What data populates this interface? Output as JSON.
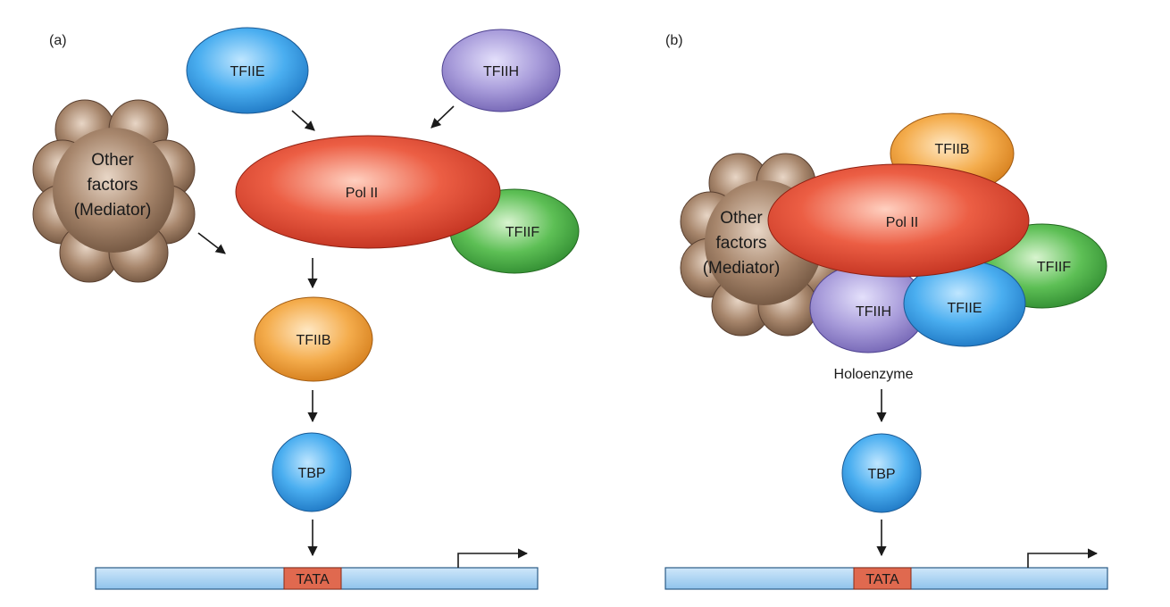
{
  "panels": {
    "a": {
      "label": "(a)",
      "tfiie": "TFIIE",
      "tfiih": "TFIIH",
      "pol2": "Pol II",
      "tfiif": "TFIIF",
      "other_line1": "Other",
      "other_line2": "factors",
      "other_line3": "(Mediator)",
      "tfiib": "TFIIB",
      "tbp": "TBP",
      "tata": "TATA"
    },
    "b": {
      "label": "(b)",
      "tfiib": "TFIIB",
      "pol2": "Pol II",
      "tfiif": "TFIIF",
      "tfiih": "TFIIH",
      "tfiie": "TFIIE",
      "other_line1": "Other",
      "other_line2": "factors",
      "other_line3": "(Mediator)",
      "holoenzyme": "Holoenzyme",
      "tbp": "TBP",
      "tata": "TATA"
    }
  },
  "colors": {
    "blue": "#3a9fe0",
    "purple": "#9b8fd0",
    "red": "#e2503a",
    "green": "#4cb04c",
    "orange": "#f0a040",
    "brown": "#8c6b52",
    "dna": "#a8d2f2",
    "tata": "#e0694f"
  }
}
